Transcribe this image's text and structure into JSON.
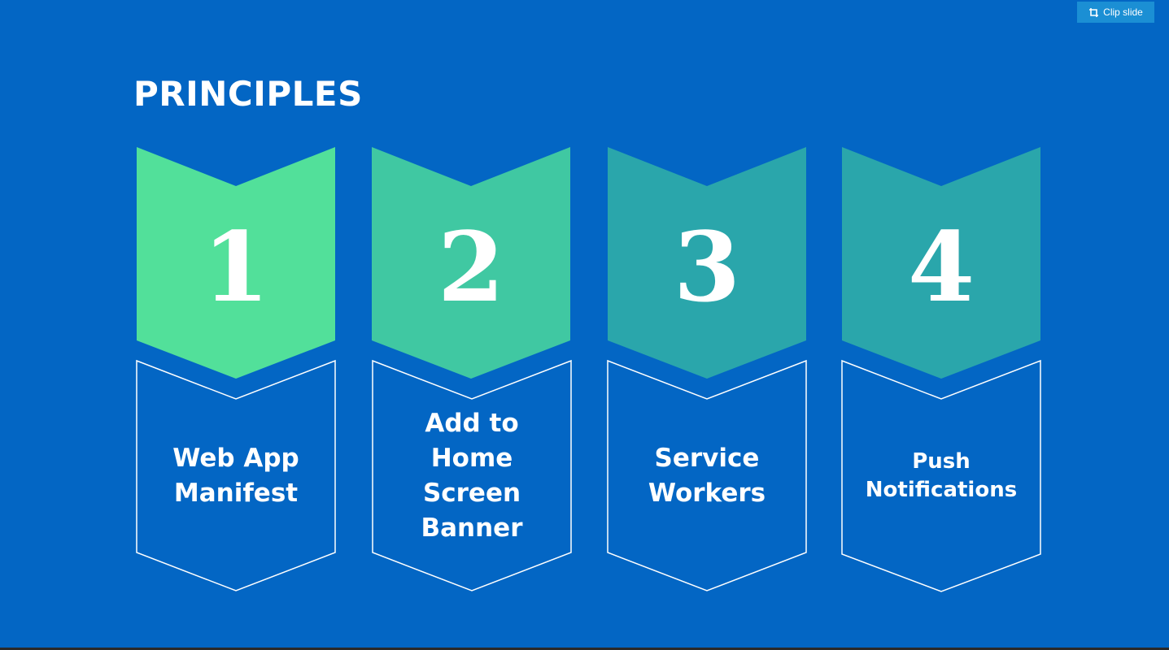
{
  "toolbar": {
    "clip_label": "Clip slide"
  },
  "slide": {
    "title": "PRINCIPLES",
    "steps": [
      {
        "number": "1",
        "label": "Web App\nManifest",
        "color": "#52e09a"
      },
      {
        "number": "2",
        "label": "Add to\nHome\nScreen\nBanner",
        "color": "#40c8a2"
      },
      {
        "number": "3",
        "label": "Service\nWorkers",
        "color": "#2aa6ab"
      },
      {
        "number": "4",
        "label": "Push\nNotifications",
        "color": "#2aa6ab"
      }
    ],
    "colors": {
      "background": "#0366c4",
      "outline": "#ffffff"
    }
  }
}
